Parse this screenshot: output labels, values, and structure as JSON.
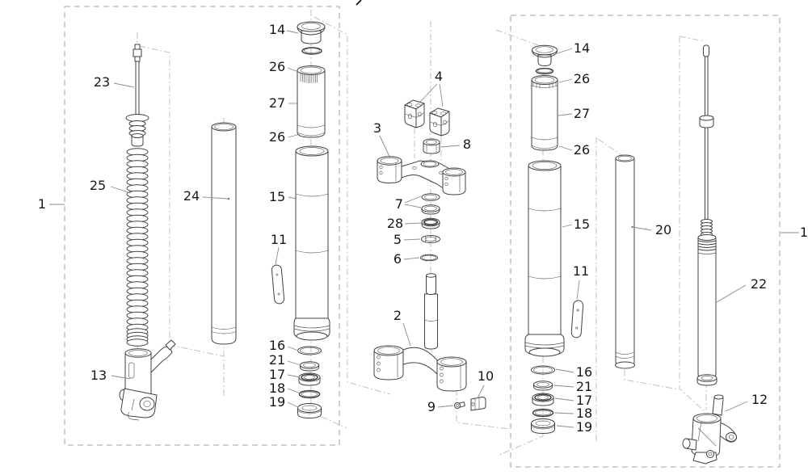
{
  "colors": {
    "background": "#ffffff",
    "part_stroke": "#414141",
    "label_text": "#181818",
    "leader_line": "#8c8c8c",
    "construction_line": "#c2c2c2",
    "boundary_box": "#b6b6b6"
  },
  "callouts": {
    "L1": "1",
    "L23": "23",
    "L25": "25",
    "L13": "13",
    "L24": "24",
    "L14": "14",
    "L26a": "26",
    "L27": "27",
    "L26b": "26",
    "L15": "15",
    "L11": "11",
    "L16": "16",
    "L21": "21",
    "L17": "17",
    "L18": "18",
    "L19": "19",
    "C4": "4",
    "C3": "3",
    "C8": "8",
    "C7": "7",
    "C28": "28",
    "C5": "5",
    "C6": "6",
    "C2": "2",
    "C10": "10",
    "C9": "9",
    "R14": "14",
    "R26a": "26",
    "R27": "27",
    "R26b": "26",
    "R15": "15",
    "R11": "11",
    "R16": "16",
    "R21": "21",
    "R17": "17",
    "R18": "18",
    "R19": "19",
    "R20": "20",
    "R22": "22",
    "R12": "12",
    "R1": "1"
  }
}
